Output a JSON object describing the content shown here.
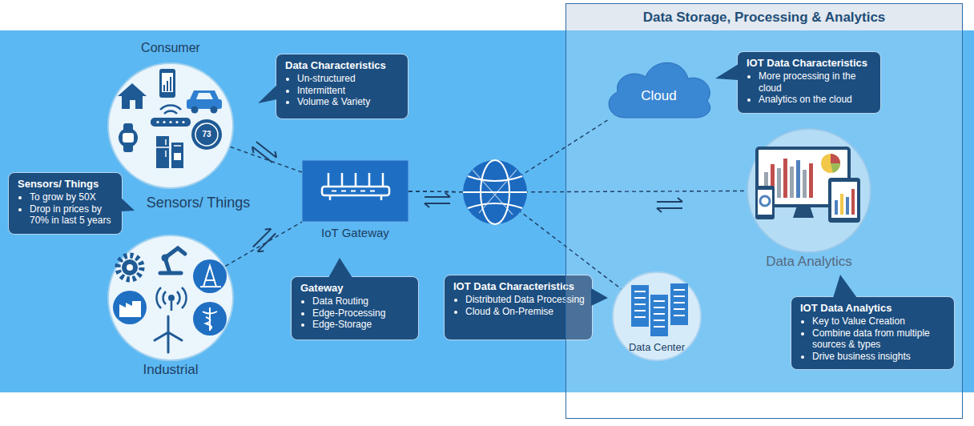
{
  "diagram": {
    "nodes": [
      {
        "text": [
          "Consumer"
        ]
      },
      {
        "text": [
          "Data Characteristics",
          "Un-structured",
          "Intermittent",
          "Volume & Variety"
        ]
      },
      {
        "text": [
          "Sensors/ Things",
          "To grow by 50X",
          "Drop in prices by 70% in last 5 years"
        ]
      },
      {
        "text": [
          "IoT Gateway"
        ]
      },
      {
        "text": [
          "Industrial"
        ]
      },
      {
        "text": [
          "Gateway",
          "Data Routing",
          "Edge-Processing",
          "Edge-Storage"
        ]
      },
      {
        "text": [
          "IOT Data Characteristics",
          "Distributed Data Processing",
          "Cloud & On-Premise"
        ]
      },
      {
        "text": [
          "Data Storage, Processing & Analytics"
        ]
      },
      {
        "text": [
          "Cloud"
        ],
        "in": 7
      },
      {
        "text": [
          "IOT Data Characteristics",
          "More processing in the cloud",
          "Analytics on the cloud"
        ],
        "in": 7
      },
      {
        "text": [
          "Data Analytics"
        ],
        "in": 7
      },
      {
        "text": [
          "Data Center"
        ],
        "in": 7
      },
      {
        "text": [
          "IOT Data Analytics",
          "Key to Value Creation",
          "Combine data from multiple sources & types",
          "Drive business insights"
        ],
        "in": 7
      }
    ],
    "edges": [
      {
        "from": 0,
        "to": 3,
        "arrow": "none"
      },
      {
        "from": 4,
        "to": 3,
        "arrow": "none"
      },
      {
        "from": 3,
        "to": 8,
        "arrow": "none"
      },
      {
        "from": 3,
        "to": 10,
        "arrow": "none"
      },
      {
        "from": 3,
        "to": 11,
        "arrow": "none"
      }
    ],
    "labels": [
      "Sensors/ Things",
      "73"
    ]
  }
}
